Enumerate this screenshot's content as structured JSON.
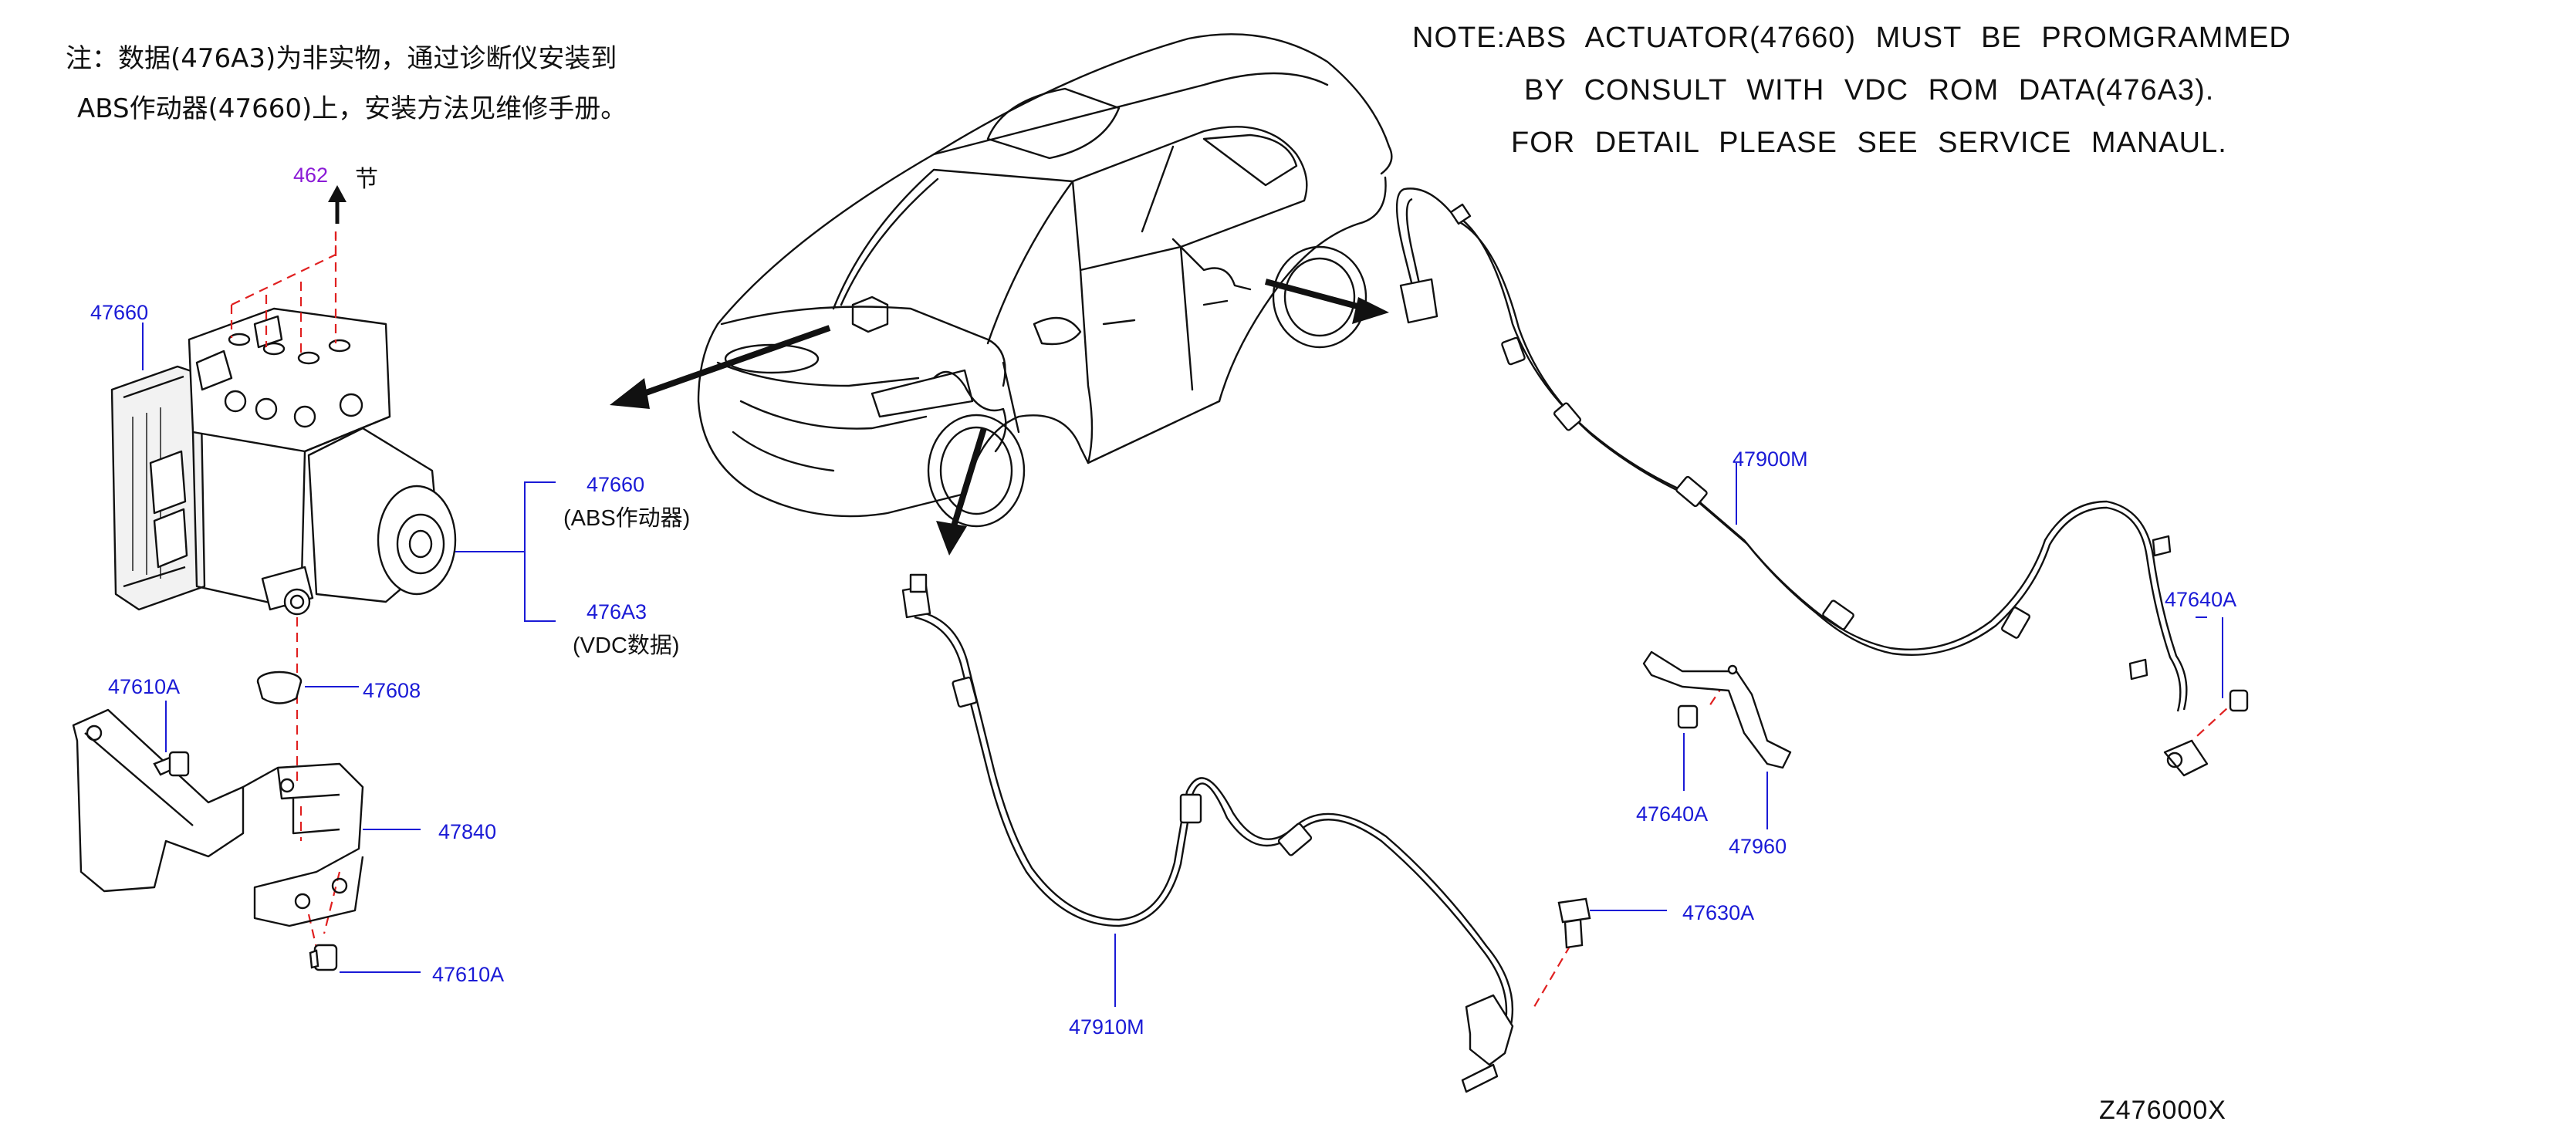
{
  "notes": {
    "cn_line1": "注：数据(476A3)为非实物，通过诊断仪安装到",
    "cn_line2": "ABS作动器(47660)上，安装方法见维修手册。",
    "en_line1": "NOTE:ABS ACTUATOR(47660) MUST BE PROMGRAMMED",
    "en_line2": "BY CONSULT WITH VDC ROM DATA(476A3).",
    "en_line3": "FOR DETAIL PLEASE SEE SERVICE MANAUL."
  },
  "section_ref": {
    "number": "462",
    "suffix": "节"
  },
  "parts": {
    "abs_unit": "47660",
    "abs_actuator_code": "47660",
    "abs_actuator_desc": "(ABS作动器)",
    "vdc_code": "476A3",
    "vdc_desc": "(VDC数据)",
    "grommet": "47608",
    "bolt_upper": "47610A",
    "bracket": "47840",
    "bolt_lower": "47610A",
    "rear_sensor_harness": "47900M",
    "clip_right": "47640A",
    "clip_bracket_bolt": "47640A",
    "sensor_bracket": "47960",
    "front_sensor_bolt": "47630A",
    "front_sensor_harness": "47910M"
  },
  "figure_id": "Z476000X",
  "colors": {
    "label_blue": "#1a1ad6",
    "section_purple": "#8a1ad6",
    "dashed_red": "#e02020",
    "line_black": "#111111"
  }
}
